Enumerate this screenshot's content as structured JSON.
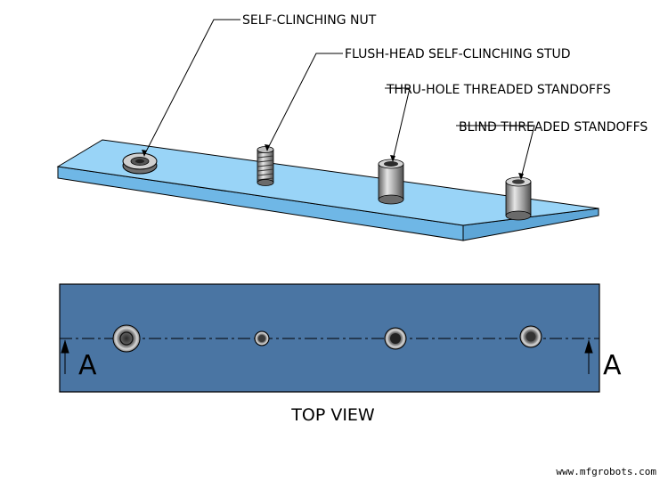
{
  "callouts": {
    "nut": "SELF-CLINCHING NUT",
    "stud": "FLUSH-HEAD SELF-CLINCHING STUD",
    "thru": "THRU-HOLE THREADED STANDOFFS",
    "blind": "BLIND THREADED STANDOFFS"
  },
  "section": {
    "left_label": "A",
    "right_label": "A"
  },
  "view_title": "TOP VIEW",
  "watermark": "www.mfgrobots.com",
  "colors": {
    "plate_iso": "#99d4f7",
    "plate_top": "#4a75a3",
    "hardware": "#9a9a9a",
    "line": "#000000"
  }
}
